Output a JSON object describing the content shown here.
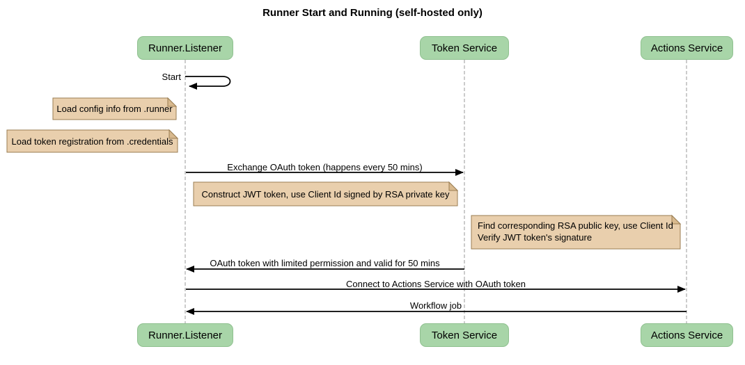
{
  "diagram": {
    "title": "Runner Start and Running (self-hosted only)",
    "participants": [
      "Runner.Listener",
      "Token Service",
      "Actions Service"
    ],
    "messages": [
      {
        "label": "Start",
        "type": "self",
        "on": "Runner.Listener"
      },
      {
        "label": "Exchange OAuth token (happens every 50 mins)",
        "from": "Runner.Listener",
        "to": "Token Service"
      },
      {
        "label": "OAuth token with limited permission and valid for 50 mins",
        "from": "Token Service",
        "to": "Runner.Listener"
      },
      {
        "label": "Connect to Actions Service with OAuth token",
        "from": "Runner.Listener",
        "to": "Actions Service"
      },
      {
        "label": "Workflow job",
        "from": "Actions Service",
        "to": "Runner.Listener"
      }
    ],
    "notes": [
      {
        "text": "Load config info from .runner"
      },
      {
        "text": "Load token registration from .credentials"
      },
      {
        "text": "Construct JWT token, use Client Id signed by RSA private key"
      },
      {
        "lines": [
          "Find corresponding RSA public key, use Client Id",
          "Verify JWT token's signature"
        ]
      }
    ],
    "colors": {
      "actor_fill": "#a8d5a8",
      "actor_border": "#8fc08f",
      "note_fill": "#e9cfad",
      "note_fold": "#d8b98e",
      "note_border": "#9a7d52",
      "lifeline": "#9a9a9a",
      "arrow": "#000000",
      "bg": "#ffffff",
      "text": "#000000"
    }
  }
}
